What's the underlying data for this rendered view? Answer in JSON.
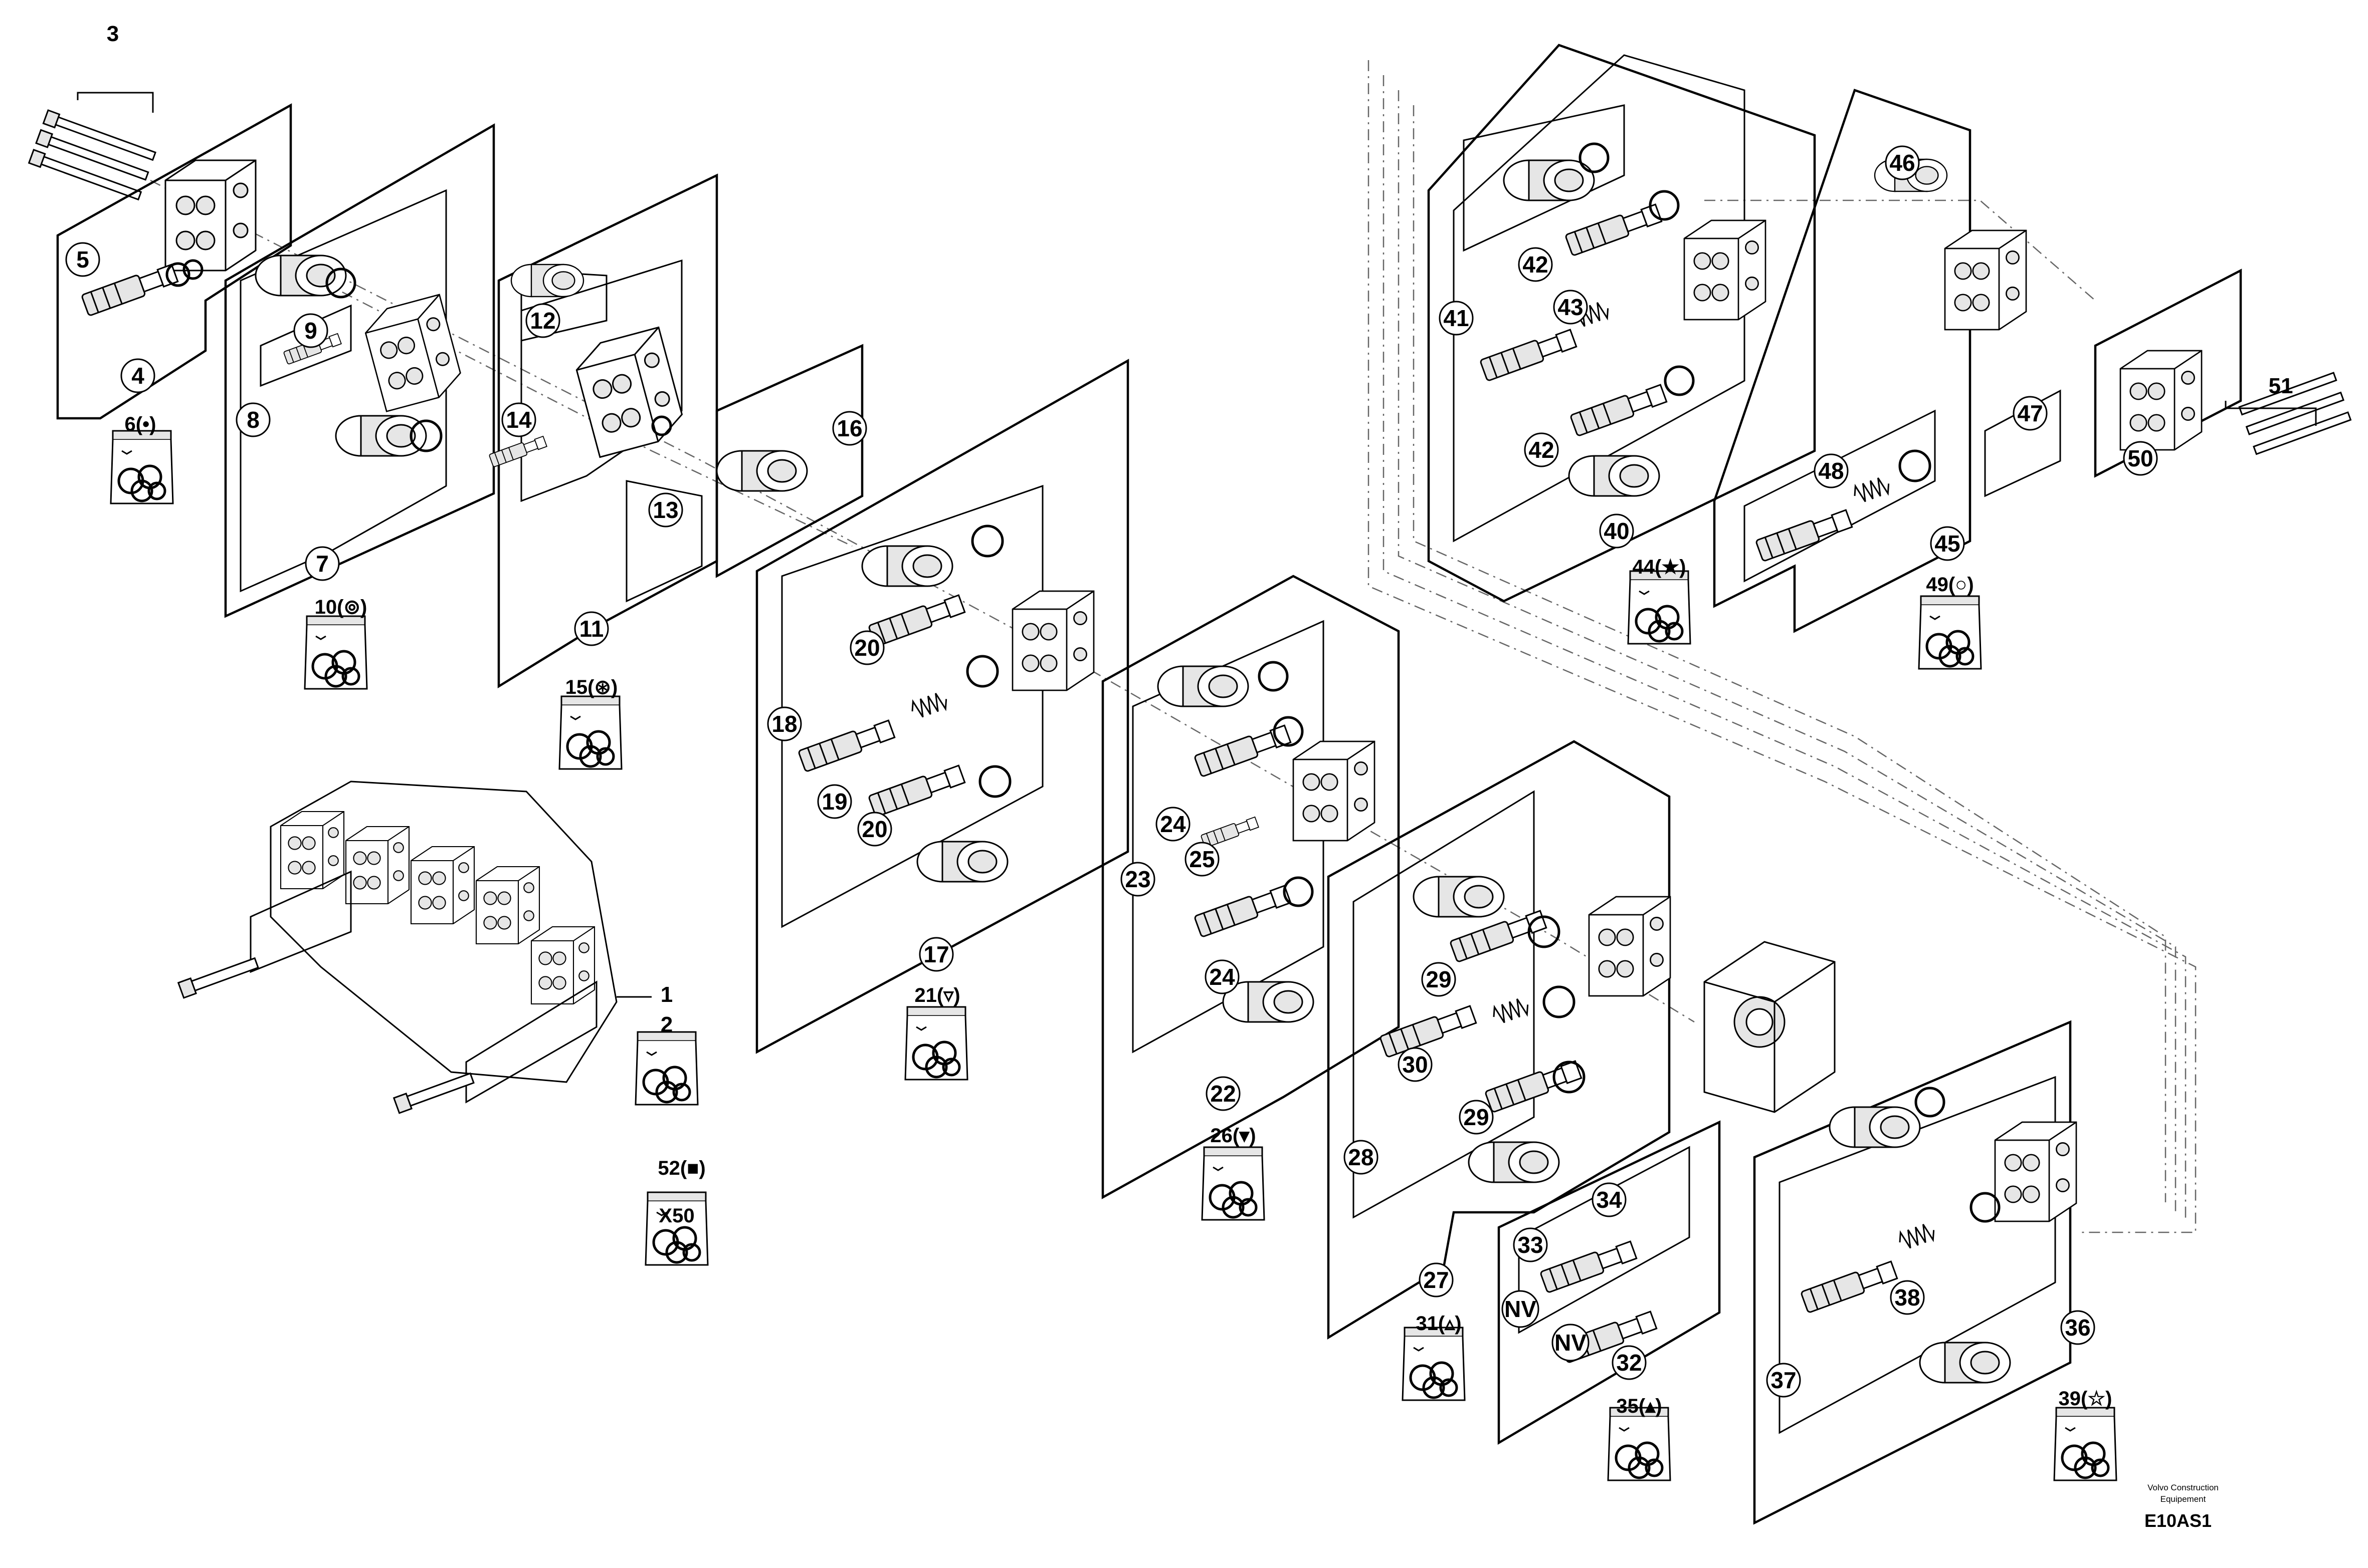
{
  "callouts": {
    "n3": "3",
    "n4": "4",
    "n5": "5",
    "n6": "6(•)",
    "n7": "7",
    "n8": "8",
    "n9": "9",
    "n10": "10(⊚)",
    "n11": "11",
    "n12": "12",
    "n13": "13",
    "n14": "14",
    "n15": "15(⊛)",
    "n16": "16",
    "n17": "17",
    "n18": "18",
    "n19": "19",
    "n20a": "20",
    "n20b": "20",
    "n21": "21(▿)",
    "n22": "22",
    "n23": "23",
    "n24a": "24",
    "n24b": "24",
    "n25": "25",
    "n26": "26(▾)",
    "n27": "27",
    "n28": "28",
    "n29a": "29",
    "n29b": "29",
    "n30": "30",
    "n31": "31(▵)",
    "n32": "32",
    "n33": "33",
    "n34": "34",
    "n35": "35(▴)",
    "n36": "36",
    "n37": "37",
    "n38": "38",
    "n39": "39(☆)",
    "n40": "40",
    "n41": "41",
    "n42a": "42",
    "n42b": "42",
    "n43": "43",
    "n44": "44(★)",
    "n45": "45",
    "n46": "46",
    "n47": "47",
    "n48": "48",
    "n49": "49(○)",
    "n50": "50",
    "n51": "51",
    "n1": "1",
    "n2": "2",
    "n52": "52(■)",
    "nv1": "NV",
    "nv2": "NV"
  },
  "x50": "X50",
  "footer": {
    "line1": "Volvo Construction",
    "line2": "Equipement",
    "code": "E10AS1"
  }
}
